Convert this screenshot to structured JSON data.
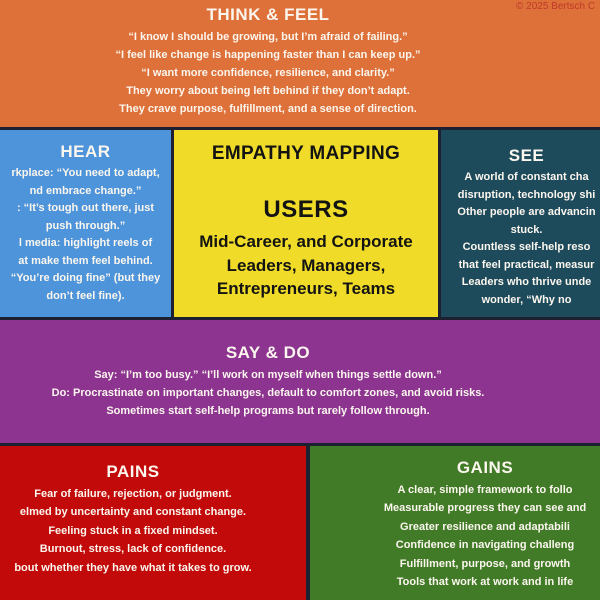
{
  "copyright": "© 2025 Bertsch C",
  "colors": {
    "think_feel_bg": "#DE7039",
    "hear_bg": "#4E94DA",
    "center_bg": "#F0DC28",
    "see_bg": "#1E4B5C",
    "say_do_bg": "#8D3390",
    "pains_bg": "#C30A0A",
    "gains_bg": "#417B27",
    "divider": "#1C2030",
    "text_light": "#FBF6EE",
    "text_dark": "#131313",
    "copyright_text": "#C0392B"
  },
  "panels": {
    "think_feel": {
      "title": "THINK & FEEL",
      "lines": [
        "“I know I should be growing, but I’m afraid of failing.”",
        "“I feel like change is happening faster than I can keep up.”",
        "“I want more confidence, resilience, and clarity.”",
        "They worry about being left behind if they don’t adapt.",
        "They crave purpose, fulfillment, and a sense of direction."
      ]
    },
    "hear": {
      "title": "HEAR",
      "lines": [
        "rkplace: “You need to adapt,",
        "nd embrace change.”",
        ": “It’s tough out there, just",
        "push through.”",
        "l media: highlight reels of",
        "at make them feel behind.",
        "“You’re doing fine” (but they",
        "don’t feel fine)."
      ]
    },
    "center": {
      "heading": "EMPATHY MAPPING",
      "subheading": "USERS",
      "lines": [
        "Mid-Career, and Corporate",
        "Leaders, Managers,",
        "Entrepreneurs, Teams"
      ]
    },
    "see": {
      "title": "SEE",
      "lines": [
        "A world of constant cha",
        "disruption, technology shi",
        "Other people are advancin",
        "stuck.",
        "Countless self-help reso",
        "that feel practical, measur",
        "Leaders who thrive unde",
        "wonder, “Why no"
      ]
    },
    "say_do": {
      "title": "SAY & DO",
      "lines": [
        "Say: “I’m too busy.” “I’ll work on myself when things settle down.”",
        "Do: Procrastinate on important changes, default to comfort zones, and avoid risks.",
        "Sometimes start self-help programs but rarely follow through."
      ]
    },
    "pains": {
      "title": "PAINS",
      "lines": [
        "Fear of failure, rejection, or judgment.",
        "elmed by uncertainty and constant change.",
        "Feeling stuck in a fixed mindset.",
        "Burnout, stress, lack of confidence.",
        "bout whether they have what it takes to grow."
      ]
    },
    "gains": {
      "title": "GAINS",
      "lines": [
        "A clear, simple framework to follo",
        "Measurable progress they can see and",
        "Greater resilience and adaptabili",
        "Confidence in navigating challeng",
        "Fulfillment, purpose, and growth",
        "Tools that work at work and in life"
      ]
    }
  }
}
